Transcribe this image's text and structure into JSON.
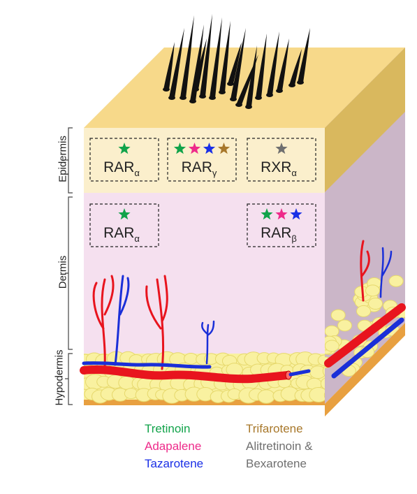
{
  "layers": {
    "epidermis": "Epidermis",
    "dermis": "Dermis",
    "hypodermis": "Hypodermis"
  },
  "receptor_boxes": [
    {
      "base": "RAR",
      "sub": "α",
      "stars": [
        "tretinoin"
      ]
    },
    {
      "base": "RAR",
      "sub": "γ",
      "stars": [
        "tretinoin",
        "adapalene",
        "tazarotene",
        "trifarotene"
      ]
    },
    {
      "base": "RXR",
      "sub": "α",
      "stars": [
        "alitretinoin_bexarotene"
      ]
    },
    {
      "base": "RAR",
      "sub": "α",
      "stars": [
        "tretinoin"
      ]
    },
    {
      "base": "RAR",
      "sub": "β",
      "stars": [
        "tretinoin",
        "adapalene",
        "tazarotene"
      ]
    }
  ],
  "legend": {
    "tretinoin": "Tretinoin",
    "adapalene": "Adapalene",
    "tazarotene": "Tazarotene",
    "trifarotene": "Trifarotene",
    "alitretinoin_line1": "Alitretinoin &",
    "alitretinoin_line2": "Bexarotene"
  },
  "colors": {
    "tretinoin": "#11a34a",
    "adapalene": "#ee2a8a",
    "tazarotene": "#1a2fe6",
    "trifarotene": "#a8782b",
    "alitretinoin_bexarotene": "#6f6f6f",
    "skin_top": "#f7d98a",
    "epidermis": "#fbefcc",
    "dermis": "#f5e0ef",
    "dermis_side": "#cbb6c8",
    "fat": "#f9f1a0",
    "artery": "#e8141e",
    "vein": "#1a2fd8"
  }
}
